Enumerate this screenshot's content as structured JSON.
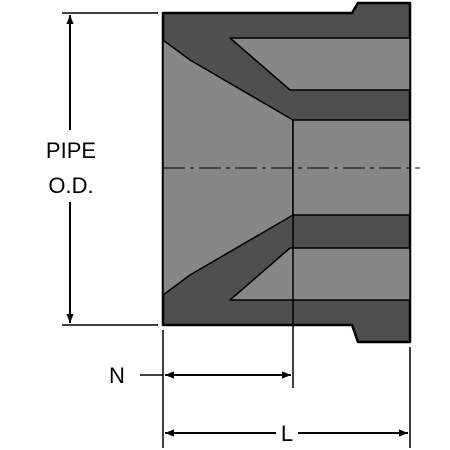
{
  "labels": {
    "pipe_od_line1": "PIPE",
    "pipe_od_line2": "O.D.",
    "socket_depth": "N",
    "overall_length": "L"
  },
  "colors": {
    "body_dark": "#4f4f4f",
    "body_mid": "#878787",
    "outline": "#000000",
    "background": "#ffffff"
  }
}
